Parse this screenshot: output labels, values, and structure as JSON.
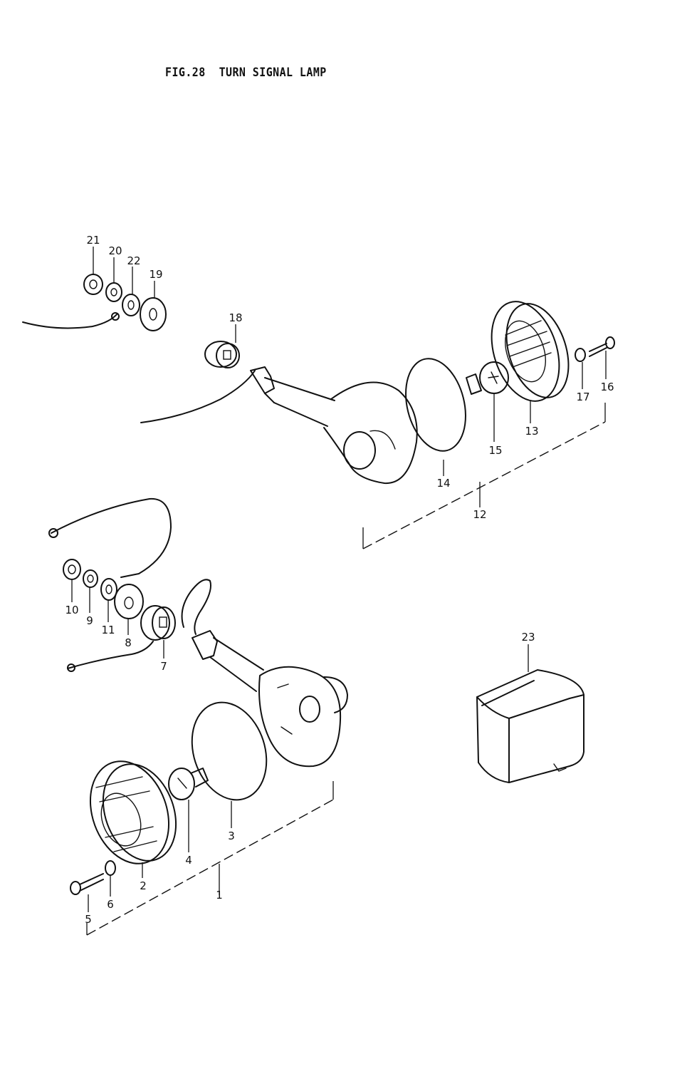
{
  "figure": {
    "title": "FIG.28  TURN SIGNAL LAMP"
  },
  "callouts": {
    "c1": "1",
    "c2": "2",
    "c3": "3",
    "c4": "4",
    "c5": "5",
    "c6": "6",
    "c7": "7",
    "c8": "8",
    "c9": "9",
    "c10": "10",
    "c11": "11",
    "c12": "12",
    "c13": "13",
    "c14": "14",
    "c15": "15",
    "c16": "16",
    "c17": "17",
    "c18": "18",
    "c19": "19",
    "c20": "20",
    "c21": "21",
    "c22": "22",
    "c23": "23"
  }
}
